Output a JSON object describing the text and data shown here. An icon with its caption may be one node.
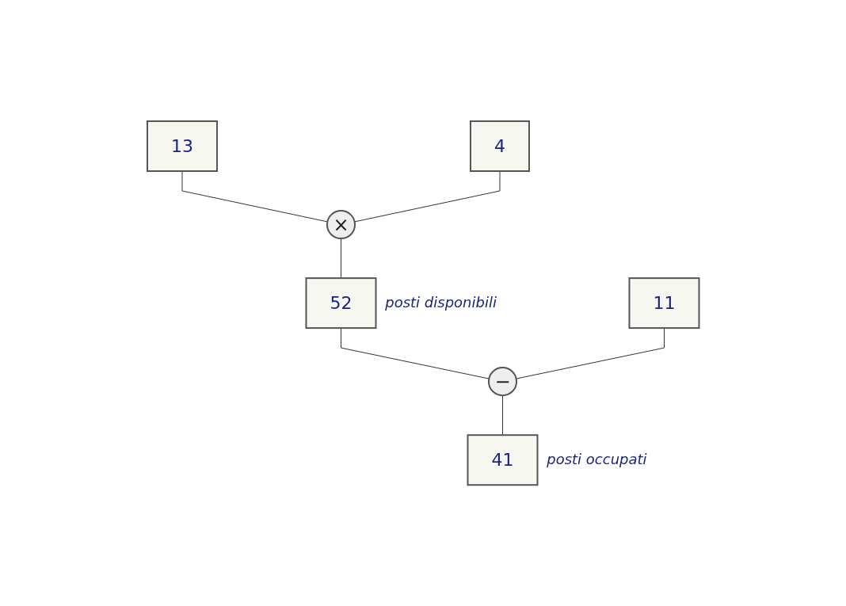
{
  "diagram": {
    "nodes": [
      {
        "text": [
          "13"
        ]
      },
      {
        "text": [
          "4"
        ]
      },
      {
        "text": [
          "×"
        ]
      },
      {
        "text": [
          "52"
        ],
        "beside": [
          "posti disponibili"
        ]
      },
      {
        "text": [
          "11"
        ]
      },
      {
        "text": [
          "−"
        ]
      },
      {
        "text": [
          "41"
        ],
        "beside": [
          "posti occupati"
        ]
      }
    ],
    "edges": [
      {
        "from": 0,
        "to": 2,
        "arrow": "none"
      },
      {
        "from": 1,
        "to": 2,
        "arrow": "none"
      },
      {
        "from": 2,
        "to": 3,
        "arrow": "none"
      },
      {
        "from": 3,
        "to": 5,
        "arrow": "none"
      },
      {
        "from": 4,
        "to": 5,
        "arrow": "none"
      },
      {
        "from": 5,
        "to": 6,
        "arrow": "none"
      }
    ]
  }
}
